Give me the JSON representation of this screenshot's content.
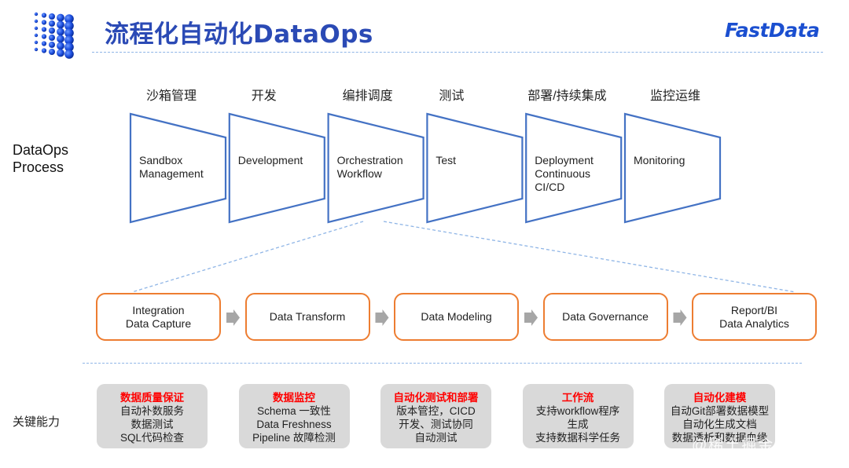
{
  "header": {
    "title": "流程化自动化DataOps",
    "brand": "FastData",
    "logo_icon": "blue-sphere-cube-icon"
  },
  "process": {
    "label": "DataOps Process",
    "label_lines": [
      "DataOps",
      "Process"
    ],
    "stages": [
      {
        "cn": "沙箱管理",
        "en_lines": [
          "Sandbox",
          "Management"
        ]
      },
      {
        "cn": "开发",
        "en_lines": [
          "Development"
        ]
      },
      {
        "cn": "编排调度",
        "en_lines": [
          "Orchestration",
          "Workflow"
        ]
      },
      {
        "cn": "测试",
        "en_lines": [
          "Test"
        ]
      },
      {
        "cn": "部署/持续集成",
        "en_lines": [
          "Deployment",
          "Continuous",
          "CI/CD"
        ]
      },
      {
        "cn": "监控运维",
        "en_lines": [
          "Monitoring"
        ]
      }
    ],
    "expanded_stage": "编排调度"
  },
  "pipeline": {
    "steps": [
      {
        "lines": [
          "Integration",
          "Data Capture"
        ]
      },
      {
        "lines": [
          "Data Transform"
        ]
      },
      {
        "lines": [
          "Data Modeling"
        ]
      },
      {
        "lines": [
          "Data Governance"
        ]
      },
      {
        "lines": [
          "Report/BI",
          "Data Analytics"
        ]
      }
    ],
    "arrow_icon": "right-arrow-icon"
  },
  "capabilities": {
    "label": "关键能力",
    "items": [
      {
        "title": "数据质量保证",
        "lines": [
          "自动补数服务",
          "数据测试",
          "SQL代码检查"
        ]
      },
      {
        "title": "数据监控",
        "lines": [
          "Schema 一致性",
          "Data Freshness",
          "Pipeline 故障检测"
        ]
      },
      {
        "title": "自动化测试和部署",
        "lines": [
          "版本管控，CICD",
          "开发、测试协同",
          "自动测试"
        ]
      },
      {
        "title": "工作流",
        "lines": [
          "支持workflow程序",
          "生成",
          "支持数据科学任务"
        ]
      },
      {
        "title": "自动化建模",
        "lines": [
          "自动Git部署数据模型",
          "自动化生成文档",
          "数据透析和数据血缘"
        ]
      }
    ]
  },
  "watermark": "@稀土掘金技术社区",
  "colors": {
    "title": "#2b4ab5",
    "brand": "#1b4fd0",
    "trapezoid_stroke": "#4472c4",
    "pipeline_border": "#ed7d31",
    "capability_bg": "#d9d9d9",
    "capability_title": "#ff0000",
    "arrow": "#a6a6a6",
    "dashed": "#8fb5e6"
  }
}
